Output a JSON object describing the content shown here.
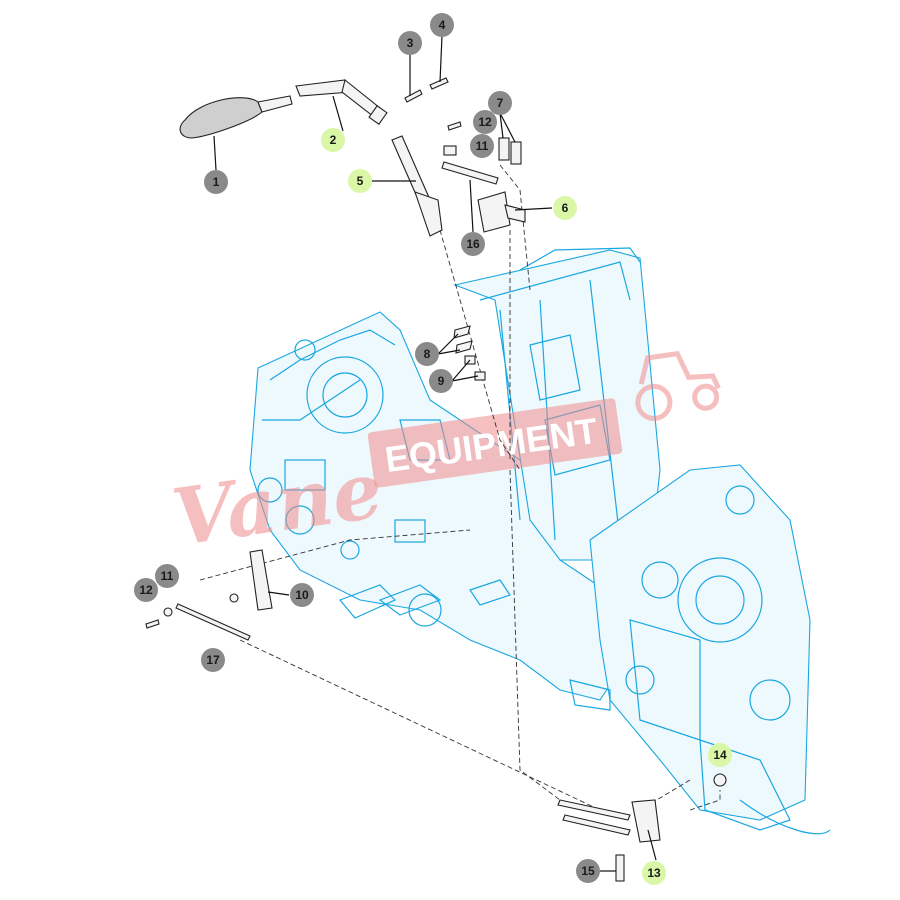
{
  "watermark": {
    "script": "Vane",
    "block": "EQUIPMENT",
    "color": "#f08c8c"
  },
  "colors": {
    "frame_line": "#1aa7e0",
    "callout_gray": "#8a8a8a",
    "callout_green": "#d9f7a6"
  },
  "callouts": [
    {
      "id": "c1",
      "label": "1",
      "style": "gray"
    },
    {
      "id": "c2",
      "label": "2",
      "style": "green"
    },
    {
      "id": "c3",
      "label": "3",
      "style": "gray"
    },
    {
      "id": "c4",
      "label": "4",
      "style": "gray"
    },
    {
      "id": "c5",
      "label": "5",
      "style": "green"
    },
    {
      "id": "c6",
      "label": "6",
      "style": "green"
    },
    {
      "id": "c7",
      "label": "7",
      "style": "gray"
    },
    {
      "id": "c8",
      "label": "8",
      "style": "gray"
    },
    {
      "id": "c9",
      "label": "9",
      "style": "gray"
    },
    {
      "id": "c10",
      "label": "10",
      "style": "gray"
    },
    {
      "id": "c11a",
      "label": "11",
      "style": "gray"
    },
    {
      "id": "c11b",
      "label": "11",
      "style": "gray"
    },
    {
      "id": "c12a",
      "label": "12",
      "style": "gray"
    },
    {
      "id": "c12b",
      "label": "12",
      "style": "gray"
    },
    {
      "id": "c13",
      "label": "13",
      "style": "green"
    },
    {
      "id": "c14",
      "label": "14",
      "style": "green"
    },
    {
      "id": "c15",
      "label": "15",
      "style": "gray"
    },
    {
      "id": "c16",
      "label": "16",
      "style": "gray"
    },
    {
      "id": "c17",
      "label": "17",
      "style": "gray"
    }
  ]
}
